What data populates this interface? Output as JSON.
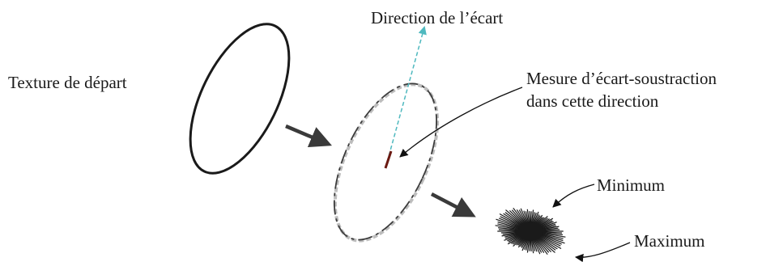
{
  "labels": {
    "starting_texture": "Texture de départ",
    "deviation_direction": "Direction de l’écart",
    "measure_line1": "Mesure d’écart-soustraction",
    "measure_line2": "dans cette direction",
    "minimum": "Minimum",
    "maximum": "Maximum"
  },
  "colors": {
    "ink": "#1a1a1a",
    "direction_arrow": "#4fb9bf",
    "measure_segment": "#6b1a12",
    "flow_arrow": "#3a3a3a"
  },
  "icons": {
    "flow": "arrow-right-down-icon",
    "pointer": "curved-pointer-arrow-icon"
  }
}
